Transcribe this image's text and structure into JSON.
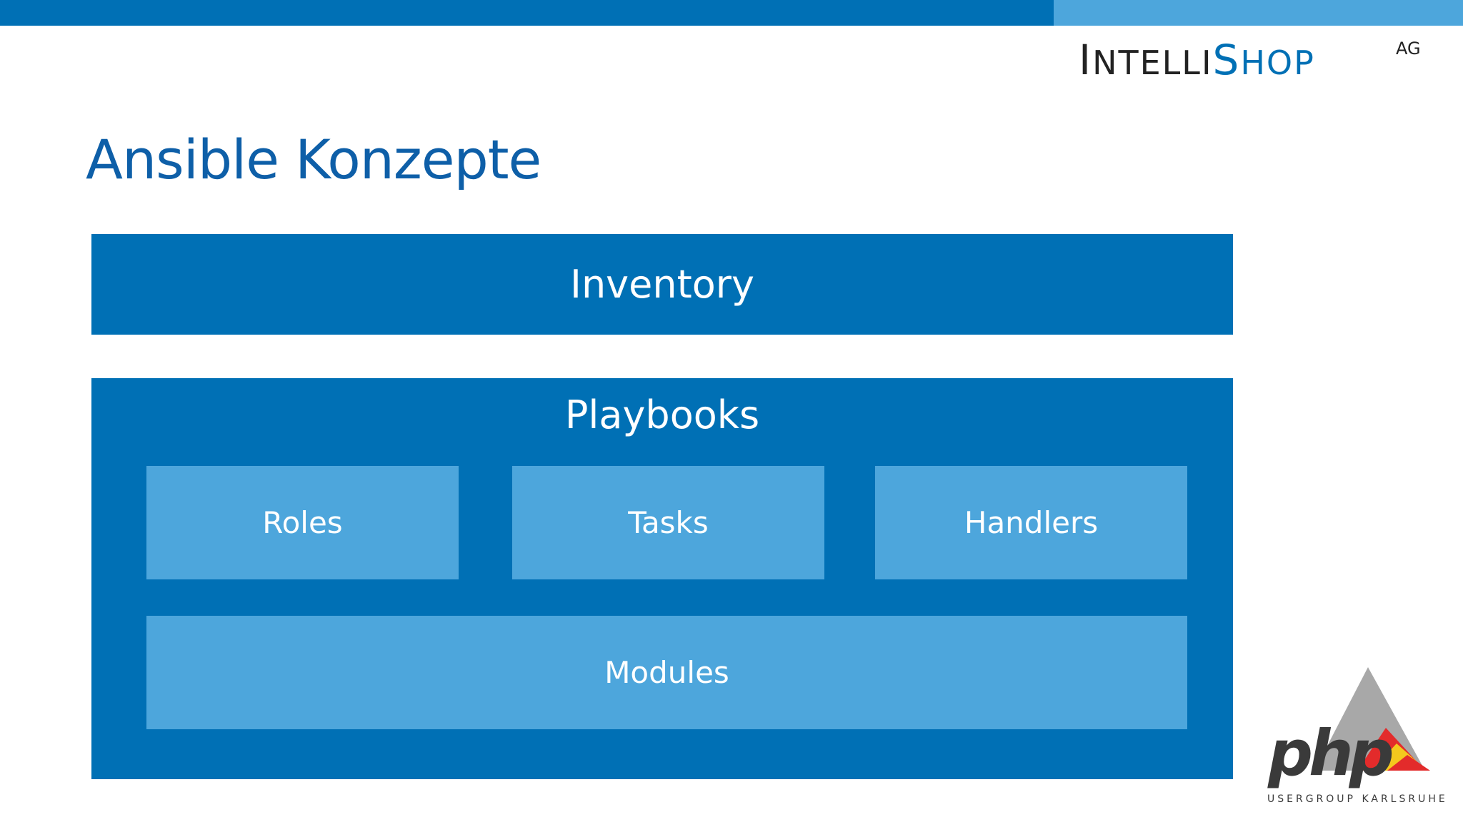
{
  "header": {
    "company_logo_text": "INTELLISHOP",
    "company_logo_suffix": "AG"
  },
  "slide": {
    "title": "Ansible Konzepte"
  },
  "diagram": {
    "inventory": "Inventory",
    "playbooks": {
      "label": "Playbooks",
      "children": [
        "Roles",
        "Tasks",
        "Handlers"
      ],
      "base": "Modules"
    }
  },
  "footer_logo": {
    "text": "php",
    "subtitle": "USERGROUP KARLSRUHE"
  },
  "colors": {
    "primary": "#0070b5",
    "secondary": "#4da6dc",
    "title": "#0e5fa8"
  }
}
